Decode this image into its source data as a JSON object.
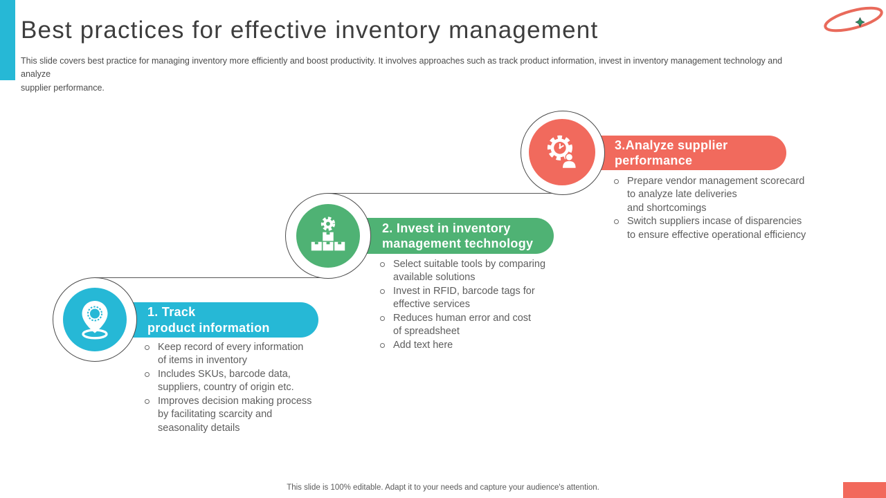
{
  "header": {
    "title": "Best practices for effective inventory management",
    "subtitle": "This slide covers best practice for managing inventory more efficiently and boost productivity. It involves approaches such as track product information, invest in inventory management technology and analyze\nsupplier performance."
  },
  "colors": {
    "accent_cyan": "#26B8D6",
    "accent_green": "#4FB274",
    "accent_coral": "#F16A5D",
    "title_text": "#3d3d3d",
    "body_text": "#5d5d5d"
  },
  "steps": [
    {
      "banner_label": "1. Track\nproduct information",
      "icon": "location-pin-icon",
      "color": "#26B8D6",
      "bullets": [
        "Keep record of every information\nof items in inventory",
        "Includes SKUs, barcode data,\nsuppliers, country of origin etc.",
        "Improves decision making process\nby facilitating scarcity and\nseasonality details"
      ]
    },
    {
      "banner_label": "2. Invest in inventory\nmanagement technology",
      "icon": "gear-boxes-icon",
      "color": "#4FB274",
      "bullets": [
        "Select suitable tools by comparing\navailable solutions",
        "Invest in RFID, barcode tags for\neffective services",
        "Reduces human error and cost\nof spreadsheet",
        "Add text here"
      ]
    },
    {
      "banner_label": "3.Analyze supplier\nperformance",
      "icon": "gear-clock-person-icon",
      "color": "#F16A5D",
      "bullets": [
        "Prepare vendor management scorecard\nto analyze late deliveries\nand shortcomings",
        "Switch suppliers incase of disparencies\nto ensure effective operational efficiency"
      ]
    }
  ],
  "footer": {
    "note": "This slide is 100% editable. Adapt it to your needs and capture your audience's attention."
  }
}
